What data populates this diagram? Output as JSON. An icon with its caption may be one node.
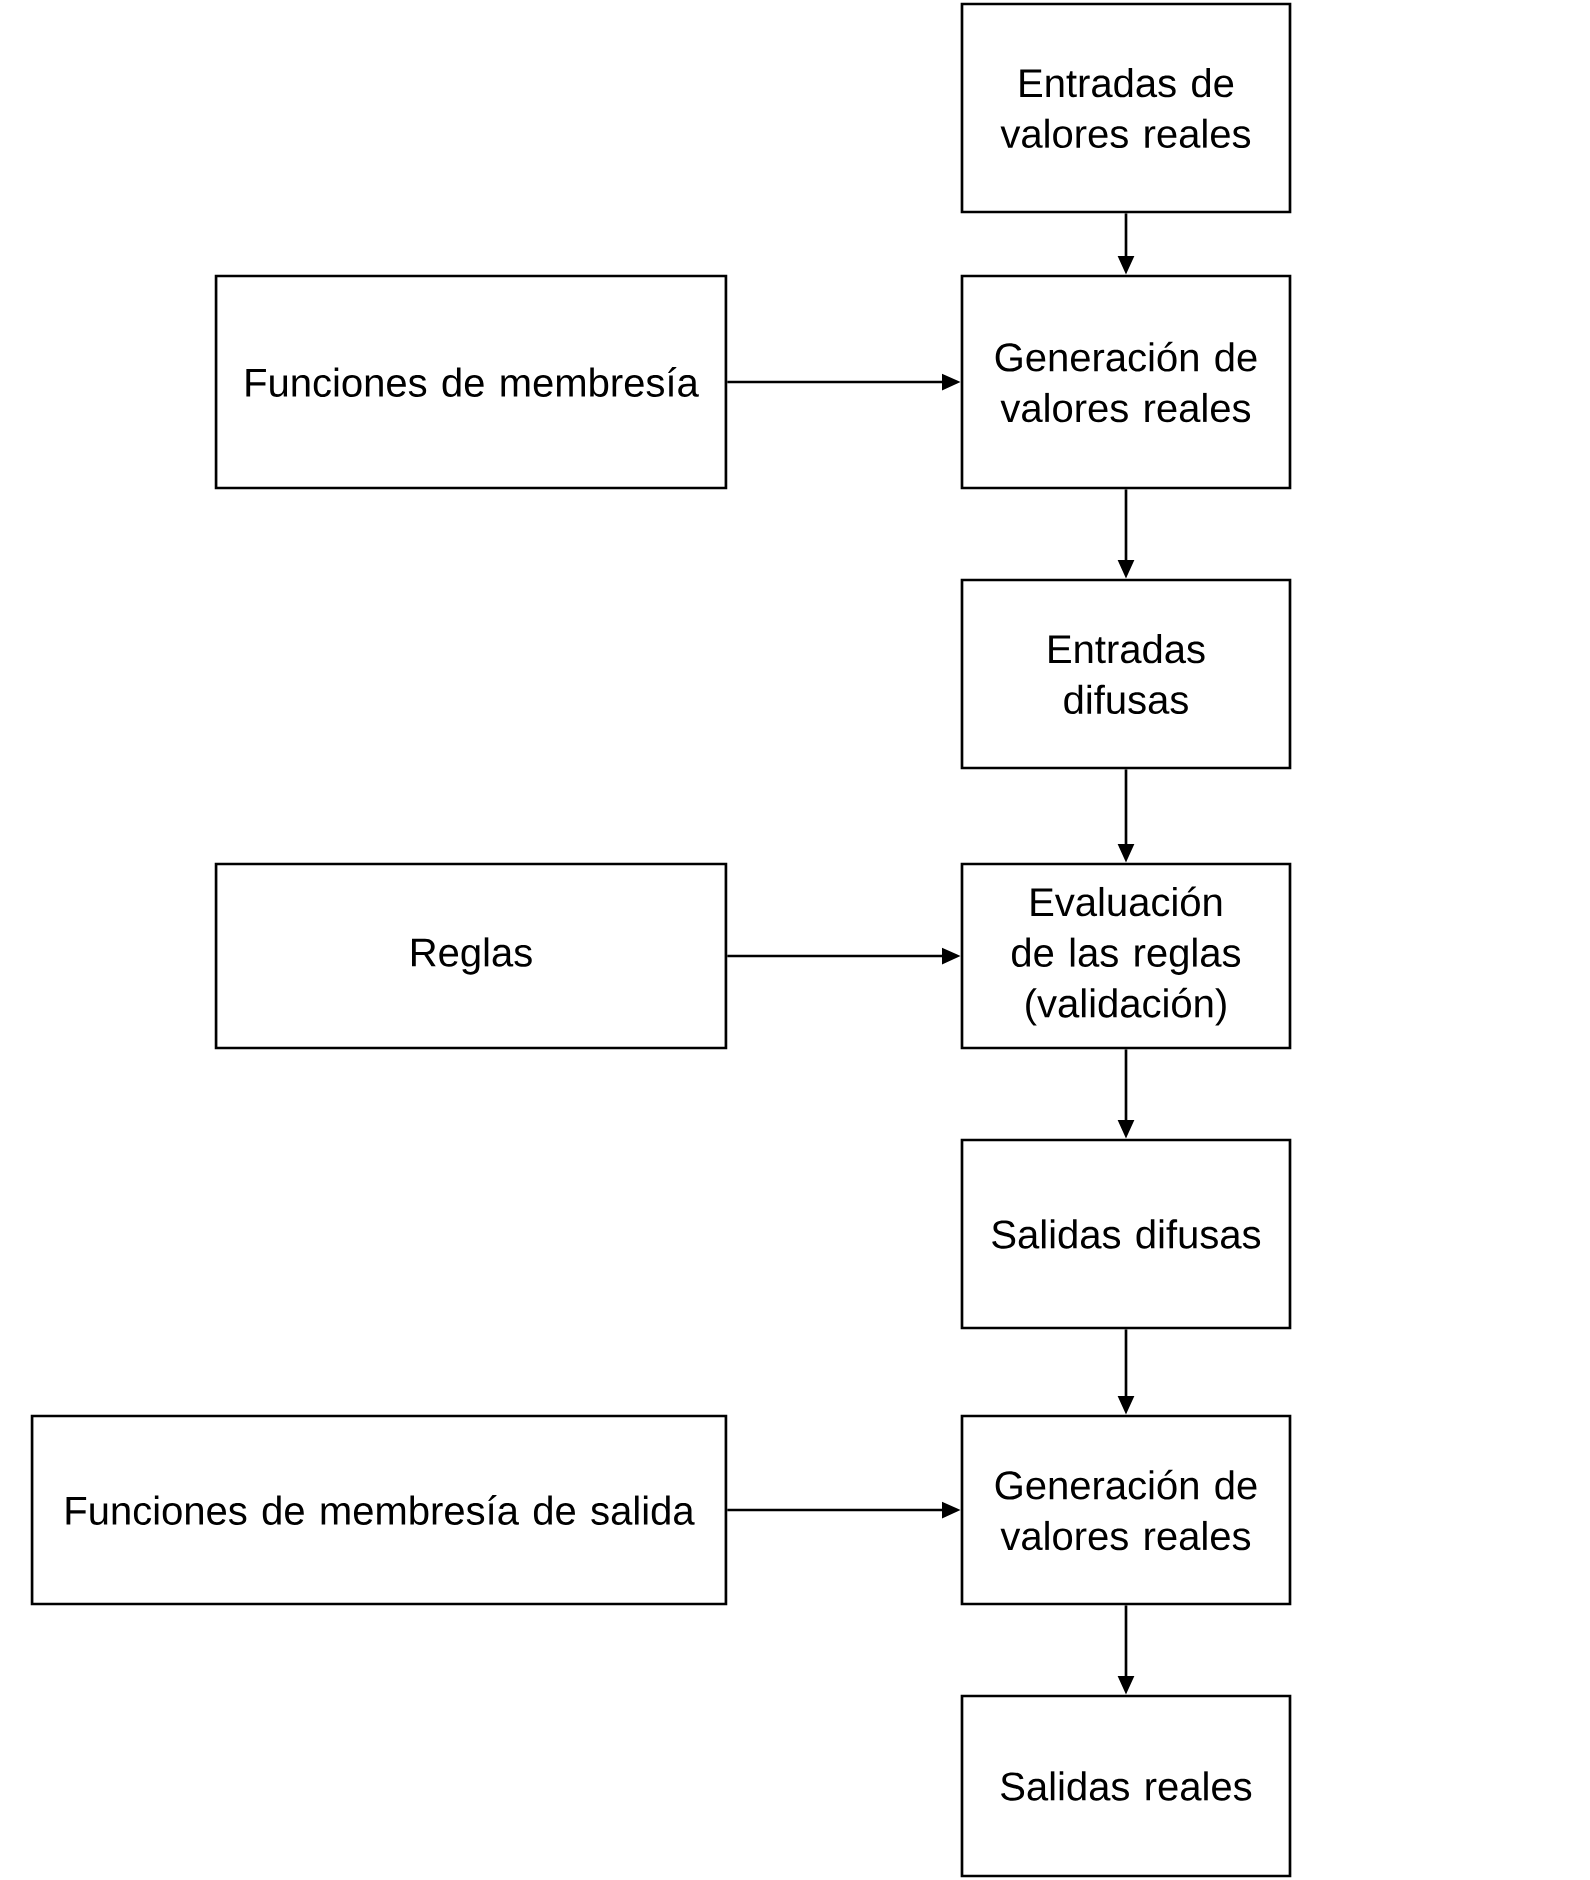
{
  "diagram": {
    "nodes": [
      {
        "text": [
          "Entradas de valores reales"
        ]
      },
      {
        "text": [
          "Funciones de membresía"
        ]
      },
      {
        "text": [
          "Generación de valores reales"
        ]
      },
      {
        "text": [
          "Entradas difusas"
        ]
      },
      {
        "text": [
          "Reglas"
        ]
      },
      {
        "text": [
          "Evaluación de las reglas (validación)"
        ]
      },
      {
        "text": [
          "Salidas difusas"
        ]
      },
      {
        "text": [
          "Funciones de membresía de salida"
        ]
      },
      {
        "text": [
          "Generación de valores reales"
        ]
      },
      {
        "text": [
          "Salidas reales"
        ]
      }
    ],
    "edges": [
      {
        "from": 0,
        "to": 2,
        "arrow": "to"
      },
      {
        "from": 1,
        "to": 2,
        "arrow": "to"
      },
      {
        "from": 2,
        "to": 3,
        "arrow": "to"
      },
      {
        "from": 3,
        "to": 5,
        "arrow": "to"
      },
      {
        "from": 4,
        "to": 5,
        "arrow": "to"
      },
      {
        "from": 5,
        "to": 6,
        "arrow": "to"
      },
      {
        "from": 6,
        "to": 8,
        "arrow": "to"
      },
      {
        "from": 7,
        "to": 8,
        "arrow": "to"
      },
      {
        "from": 8,
        "to": 9,
        "arrow": "to"
      }
    ]
  }
}
